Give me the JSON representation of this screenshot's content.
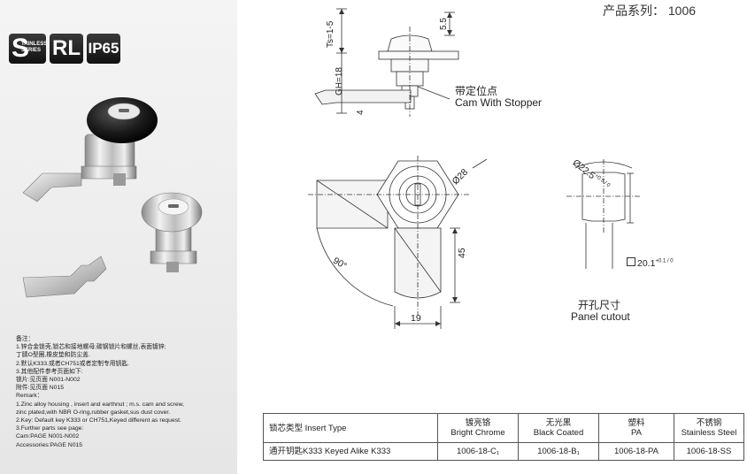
{
  "series": {
    "label": "产品系列： 1006"
  },
  "badges": {
    "s": "S",
    "s_sub_1": "TAINLESS",
    "s_sub_2": "SERIES",
    "rl": "RL",
    "ip": "IP65"
  },
  "notes": [
    "备注：",
    "1.锌合金锁壳,锁芯和接地螺母;碳钢锁片和螺丝,表面镀锌;",
    "丁腈O型圈,橡皮垫和防尘盖.",
    "2.默认K333.或者CH751或者定制专用钥匙.",
    "3.其他配件参考页面如下:",
    "锁片:见页面 N001-N002",
    "附件:见页面 N015",
    "Remark：",
    "1.Zinc alloy housing , insert and earthnut ; m.s. cam and screw,",
    "zinc plated,with NBR O-ring,rubber gasket,sus dust cover.",
    "2.Key: Default key K333 or CH751,Keyed different as request.",
    "3.Further parts see page:",
    "Cam:PAGE N001-N002",
    "Accessories:PAGE N015"
  ],
  "drawing": {
    "ts": "Ts=1-5",
    "dim_55": "5.5",
    "gh": "GH=18",
    "dim_4": "4",
    "cam_cn": "带定位点",
    "cam_en": "Cam With Stopper",
    "dia28": "Ø28",
    "dim_45": "45",
    "angle": "90°",
    "dim_19": "19",
    "dia225": "Ø22.5",
    "dia225_tol": "+0.5 / 0",
    "dim_201": "20.1",
    "dim_201_tol": "+0.1 / 0",
    "cutout_cn": "开孔尺寸",
    "cutout_en": "Panel  cutout"
  },
  "table": {
    "headers": [
      {
        "cn": "锁芯类型 Insert Type",
        "en": ""
      },
      {
        "cn": "镀亮铬",
        "en": "Bright Chrome"
      },
      {
        "cn": "无光黑",
        "en": "Black Coated"
      },
      {
        "cn": "塑料",
        "en": "PA"
      },
      {
        "cn": "不锈钢",
        "en": "Stainless Steel"
      }
    ],
    "row": [
      "通开钥匙K333 Keyed Alike K333",
      "1006-18-C₁",
      "1006-18-B₁",
      "1006-18-PA",
      "1006-18-SS"
    ]
  }
}
